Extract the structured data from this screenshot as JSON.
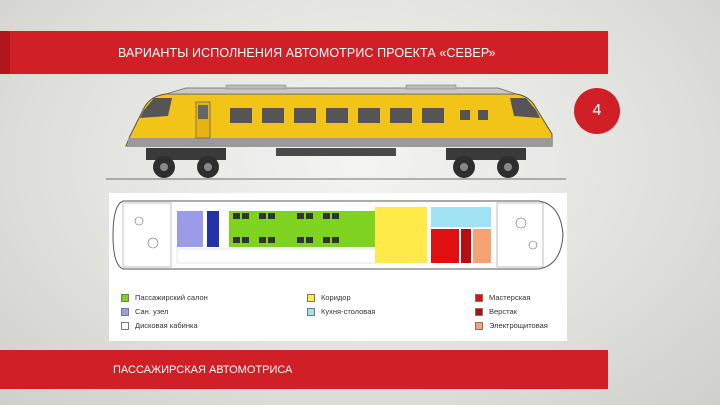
{
  "header": {
    "title": "ВАРИАНТЫ ИСПОЛНЕНИЯ АВТОМОТРИС ПРОЕКТА «СЕВЕР»"
  },
  "slide_number": "4",
  "caption": "ПАССАЖИРСКАЯ АВТОМОТРИСА",
  "colors": {
    "accent_red": "#d01f26",
    "train_yellow": "#f2c418",
    "passenger": "#7ed321",
    "sanitary": "#9b9be8",
    "cab": "#ffffff",
    "corridor": "#ffea4a",
    "kitchen": "#9fe3f5",
    "workshop": "#e01010",
    "workbench": "#b80e12",
    "electrical": "#f5a373"
  },
  "legend": [
    {
      "label": "Пассажирский салон",
      "color": "#7ed321"
    },
    {
      "label": "Сан. узел",
      "color": "#9b9be8"
    },
    {
      "label": "Дисковая кабинка",
      "color": "#ffffff"
    },
    {
      "label": "Коридор",
      "color": "#ffea4a"
    },
    {
      "label": "Кухня-столовая",
      "color": "#9fe3f5"
    },
    {
      "label": "Мастерская",
      "color": "#e01010"
    },
    {
      "label": "Верстак",
      "color": "#b80e12"
    },
    {
      "label": "Электрощитовая",
      "color": "#f5a373"
    }
  ]
}
